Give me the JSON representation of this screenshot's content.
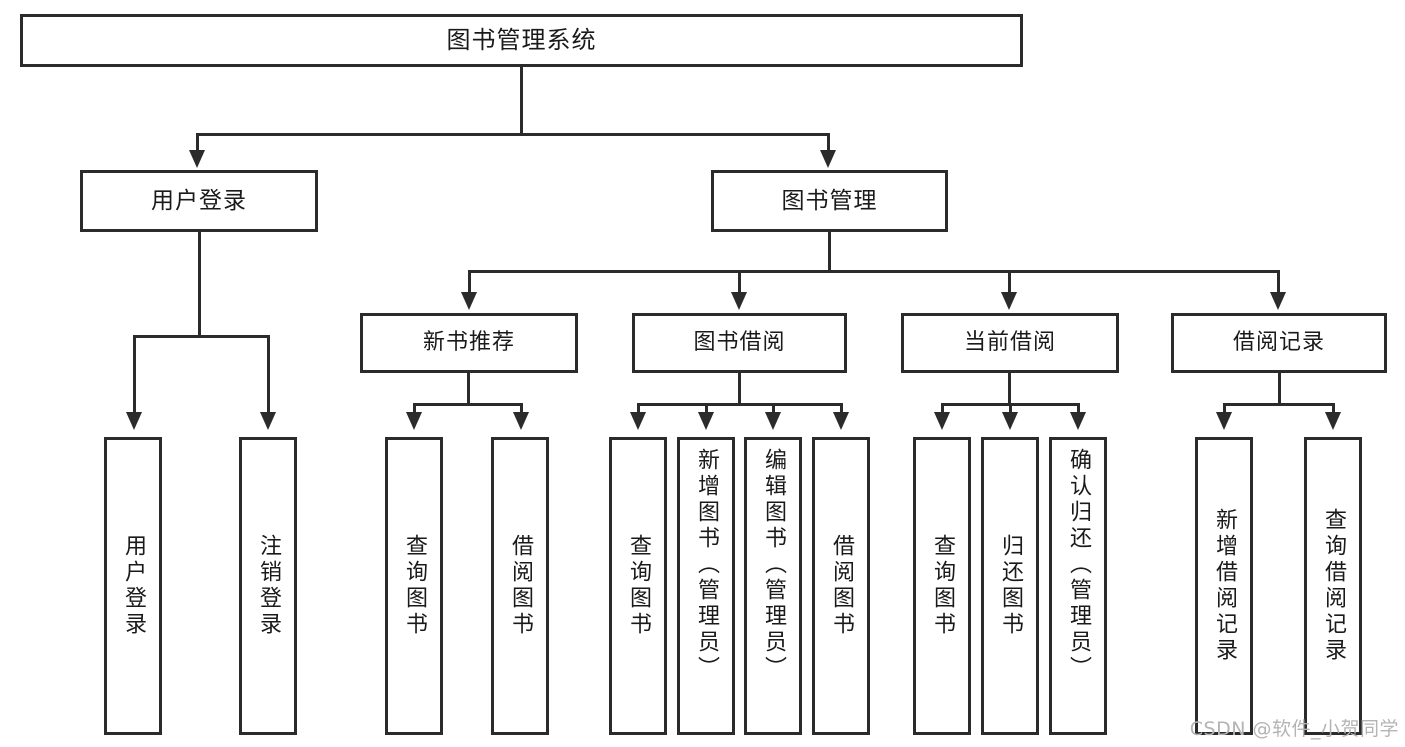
{
  "diagram": {
    "title": "图书管理系统",
    "watermark": "CSDN @软件_小贺同学"
  },
  "chart_data": {
    "type": "diagram",
    "subtype": "tree-hierarchy",
    "title": "图书管理系统",
    "orientation": "top-down",
    "levels": 4,
    "nodes": {
      "root": {
        "label": "图书管理系统"
      },
      "level2": [
        {
          "label": "用户登录"
        },
        {
          "label": "图书管理"
        }
      ],
      "level3": [
        {
          "label": "新书推荐"
        },
        {
          "label": "图书借阅"
        },
        {
          "label": "当前借阅"
        },
        {
          "label": "借阅记录"
        }
      ],
      "leaves": [
        {
          "label": "用户登录",
          "parent": "用户登录"
        },
        {
          "label": "注销登录",
          "parent": "用户登录"
        },
        {
          "label": "查询图书",
          "parent": "新书推荐"
        },
        {
          "label": "借阅图书",
          "parent": "新书推荐"
        },
        {
          "label": "查询图书",
          "parent": "图书借阅"
        },
        {
          "label": "新增图书（管理员）",
          "parent": "图书借阅"
        },
        {
          "label": "编辑图书（管理员）",
          "parent": "图书借阅"
        },
        {
          "label": "借阅图书",
          "parent": "图书借阅"
        },
        {
          "label": "查询图书",
          "parent": "当前借阅"
        },
        {
          "label": "归还图书",
          "parent": "当前借阅"
        },
        {
          "label": "确认归还（管理员）",
          "parent": "当前借阅"
        },
        {
          "label": "新增借阅记录",
          "parent": "借阅记录"
        },
        {
          "label": "查询借阅记录",
          "parent": "借阅记录"
        }
      ]
    },
    "edges": [
      {
        "from": "图书管理系统",
        "to": "用户登录"
      },
      {
        "from": "图书管理系统",
        "to": "图书管理"
      },
      {
        "from": "图书管理",
        "to": "新书推荐"
      },
      {
        "from": "图书管理",
        "to": "图书借阅"
      },
      {
        "from": "图书管理",
        "to": "当前借阅"
      },
      {
        "from": "图书管理",
        "to": "借阅记录"
      },
      {
        "from": "用户登录",
        "to": "用户登录"
      },
      {
        "from": "用户登录",
        "to": "注销登录"
      },
      {
        "from": "新书推荐",
        "to": "查询图书"
      },
      {
        "from": "新书推荐",
        "to": "借阅图书"
      },
      {
        "from": "图书借阅",
        "to": "查询图书"
      },
      {
        "from": "图书借阅",
        "to": "新增图书（管理员）"
      },
      {
        "from": "图书借阅",
        "to": "编辑图书（管理员）"
      },
      {
        "from": "图书借阅",
        "to": "借阅图书"
      },
      {
        "from": "当前借阅",
        "to": "查询图书"
      },
      {
        "from": "当前借阅",
        "to": "归还图书"
      },
      {
        "from": "当前借阅",
        "to": "确认归还（管理员）"
      },
      {
        "from": "借阅记录",
        "to": "新增借阅记录"
      },
      {
        "from": "借阅记录",
        "to": "查询借阅记录"
      }
    ],
    "colors": {
      "stroke": "#2b2b2b",
      "fill": "#ffffff",
      "text": "#1a1a1a",
      "watermark": "#b4b4b4"
    }
  }
}
